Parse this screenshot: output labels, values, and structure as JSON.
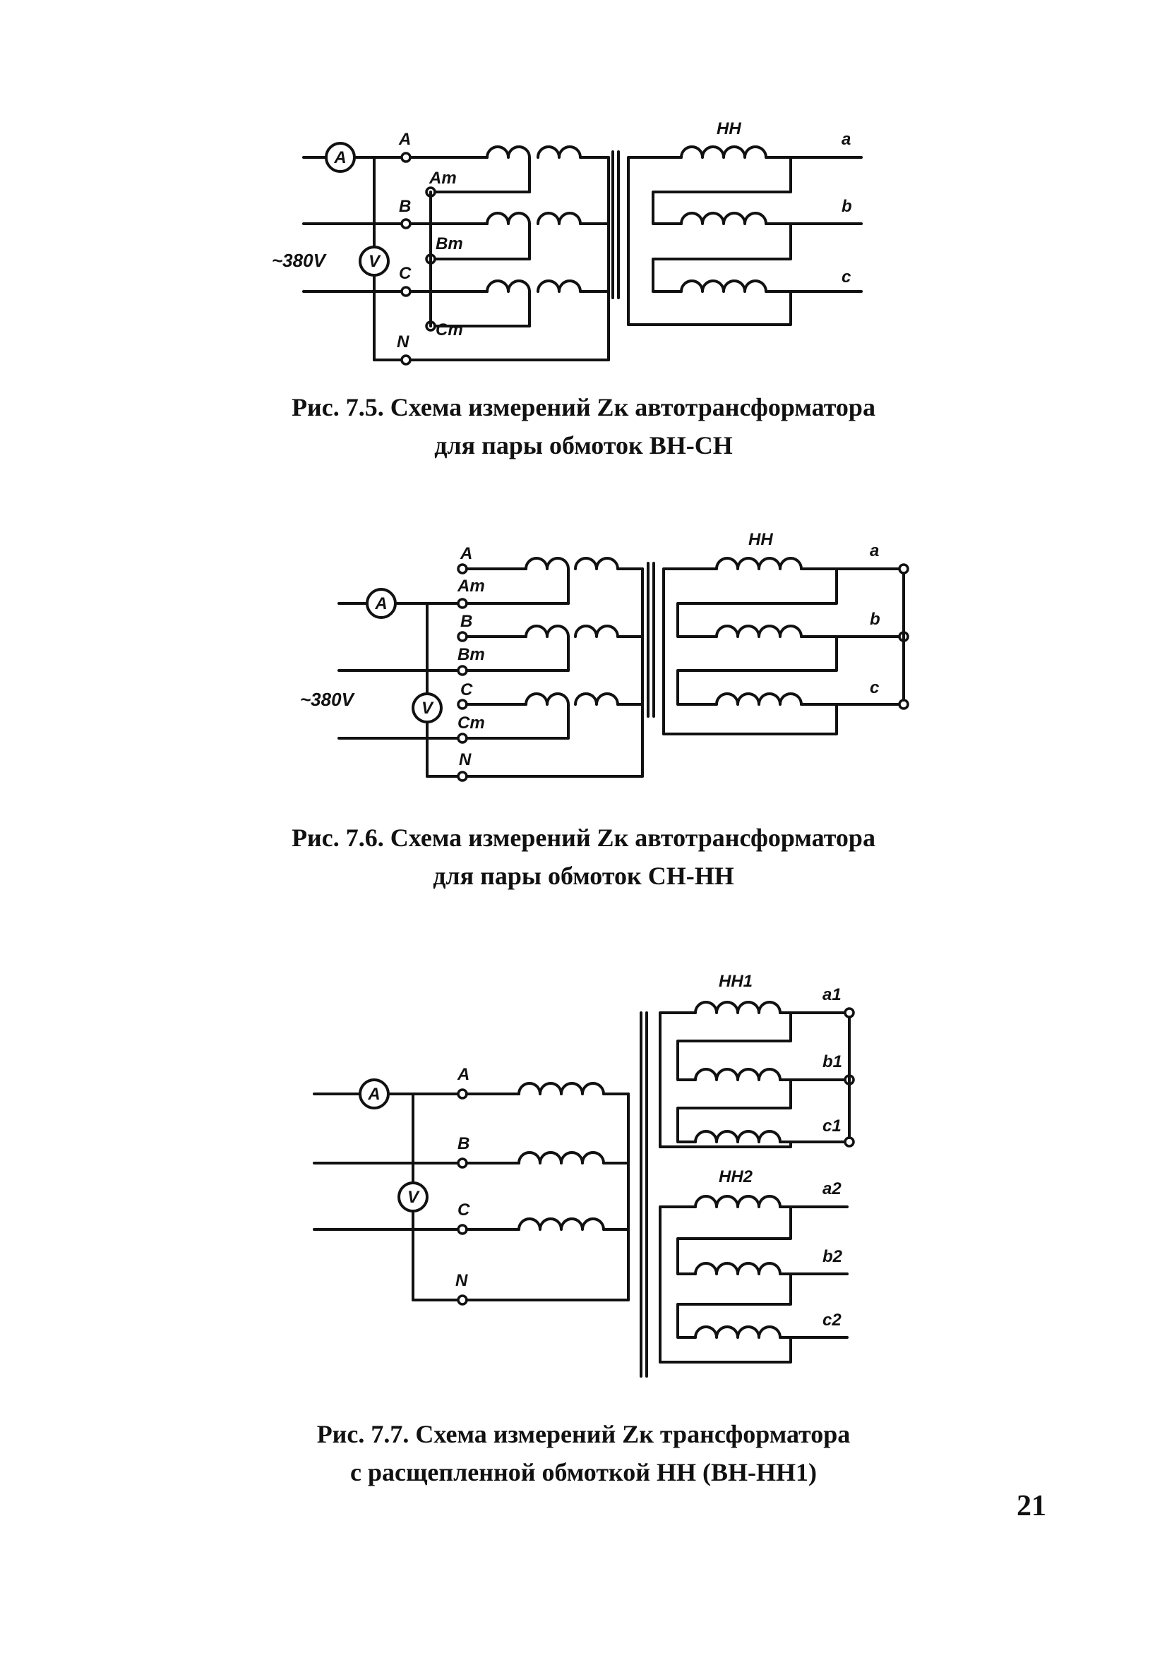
{
  "figure1": {
    "meters": {
      "ammeter": "A",
      "voltmeter": "V"
    },
    "source_label": "~380V",
    "terminals": [
      "A",
      "B",
      "C",
      "N"
    ],
    "mid_taps": [
      "Am",
      "Bm",
      "Cm"
    ],
    "secondary_title": "НН",
    "outputs": [
      "a",
      "b",
      "c"
    ],
    "caption_line1": "Рис. 7.5. Схема измерений Zк автотрансформатора",
    "caption_line2": "для пары обмоток ВН-СН"
  },
  "figure2": {
    "meters": {
      "ammeter": "A",
      "voltmeter": "V"
    },
    "source_label": "~380V",
    "terminals": [
      "A",
      "B",
      "C",
      "N"
    ],
    "mid_taps": [
      "Am",
      "Bm",
      "Cm"
    ],
    "secondary_title": "НН",
    "outputs": [
      "a",
      "b",
      "c"
    ],
    "caption_line1": "Рис. 7.6. Схема измерений Zк автотрансформатора",
    "caption_line2": "для пары обмоток СН-НН"
  },
  "figure3": {
    "meters": {
      "ammeter": "A",
      "voltmeter": "V"
    },
    "terminals": [
      "A",
      "B",
      "C",
      "N"
    ],
    "secondary1_title": "НН1",
    "secondary2_title": "НН2",
    "outputs1": [
      "a1",
      "b1",
      "c1"
    ],
    "outputs2": [
      "a2",
      "b2",
      "c2"
    ],
    "caption_line1": "Рис. 7.7. Схема измерений Zк трансформатора",
    "caption_line2": "с расщепленной обмоткой НН (ВН-НН1)"
  },
  "page_number": "21"
}
